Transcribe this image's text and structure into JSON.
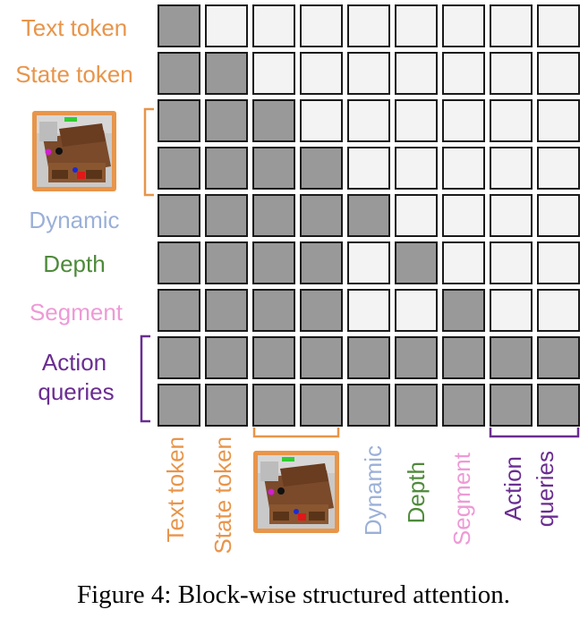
{
  "row_labels": {
    "text_token": "Text token",
    "state_token": "State token",
    "dynamic": "Dynamic",
    "depth": "Depth",
    "segment": "Segment",
    "action_line1": "Action",
    "action_line2": "queries"
  },
  "col_labels": {
    "text_token": "Text token",
    "state_token": "State token",
    "dynamic": "Dynamic",
    "depth": "Depth",
    "segment": "Segment",
    "action_line1": "Action",
    "action_line2": "queries"
  },
  "caption": "Figure 4: Block-wise structured attention.",
  "colors": {
    "text_state": "#e8954a",
    "dynamic": "#9bb0d8",
    "depth": "#4e8a3a",
    "segment": "#ee9ad6",
    "action": "#6a2d91",
    "attend": "#999999",
    "masked": "#f3f3f3",
    "cell_border": "#1a1a1a",
    "bracket_image": "#e8954a",
    "bracket_action": "#6a2d91"
  },
  "mask": [
    [
      1,
      0,
      0,
      0,
      0,
      0,
      0,
      0,
      0
    ],
    [
      1,
      1,
      0,
      0,
      0,
      0,
      0,
      0,
      0
    ],
    [
      1,
      1,
      1,
      0,
      0,
      0,
      0,
      0,
      0
    ],
    [
      1,
      1,
      1,
      1,
      0,
      0,
      0,
      0,
      0
    ],
    [
      1,
      1,
      1,
      1,
      1,
      0,
      0,
      0,
      0
    ],
    [
      1,
      1,
      1,
      1,
      0,
      1,
      0,
      0,
      0
    ],
    [
      1,
      1,
      1,
      1,
      0,
      0,
      1,
      0,
      0
    ],
    [
      1,
      1,
      1,
      1,
      1,
      1,
      1,
      1,
      1
    ],
    [
      1,
      1,
      1,
      1,
      1,
      1,
      1,
      1,
      1
    ]
  ]
}
